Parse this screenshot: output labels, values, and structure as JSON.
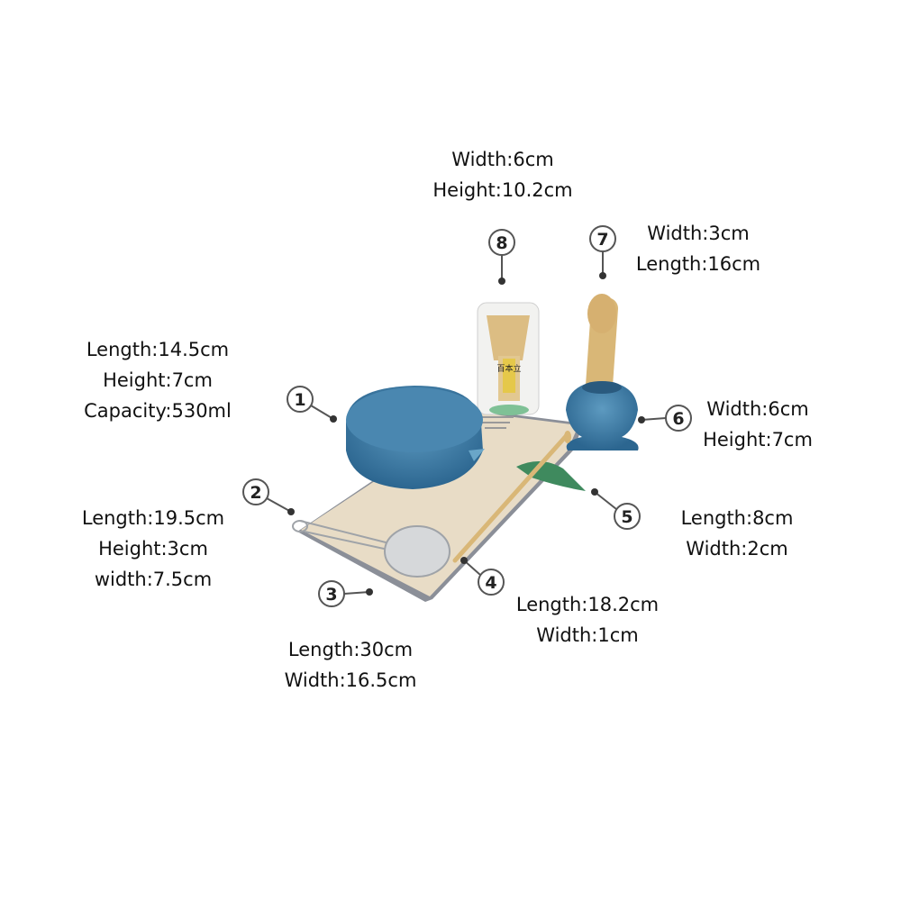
{
  "items": [
    {
      "number": "1",
      "name": "bowl",
      "specs": [
        "Length:14.5cm",
        "Height:7cm",
        "Capacity:530ml"
      ]
    },
    {
      "number": "2",
      "name": "strainer",
      "specs": [
        "Length:19.5cm",
        "Height:3cm",
        "width:7.5cm"
      ]
    },
    {
      "number": "3",
      "name": "mat",
      "specs": [
        "Length:30cm",
        "Width:16.5cm"
      ]
    },
    {
      "number": "4",
      "name": "scoop",
      "specs": [
        "Length:18.2cm",
        "Width:1cm"
      ]
    },
    {
      "number": "5",
      "name": "rest",
      "specs": [
        "Length:8cm",
        "Width:2cm"
      ]
    },
    {
      "number": "6",
      "name": "whisk-holder",
      "specs": [
        "Width:6cm",
        "Height:7cm"
      ]
    },
    {
      "number": "7",
      "name": "spoon",
      "specs": [
        "Width:3cm",
        "Length:16cm"
      ]
    },
    {
      "number": "8",
      "name": "whisk",
      "specs": [
        "Width:6cm",
        "Height:10.2cm"
      ]
    }
  ],
  "whisk_label_text": "百本立",
  "colors": {
    "glaze": "#3f7fa8",
    "bamboo": "#d9b777",
    "mat": "#e8dcc6",
    "mat_art": "#2fa6b8"
  }
}
